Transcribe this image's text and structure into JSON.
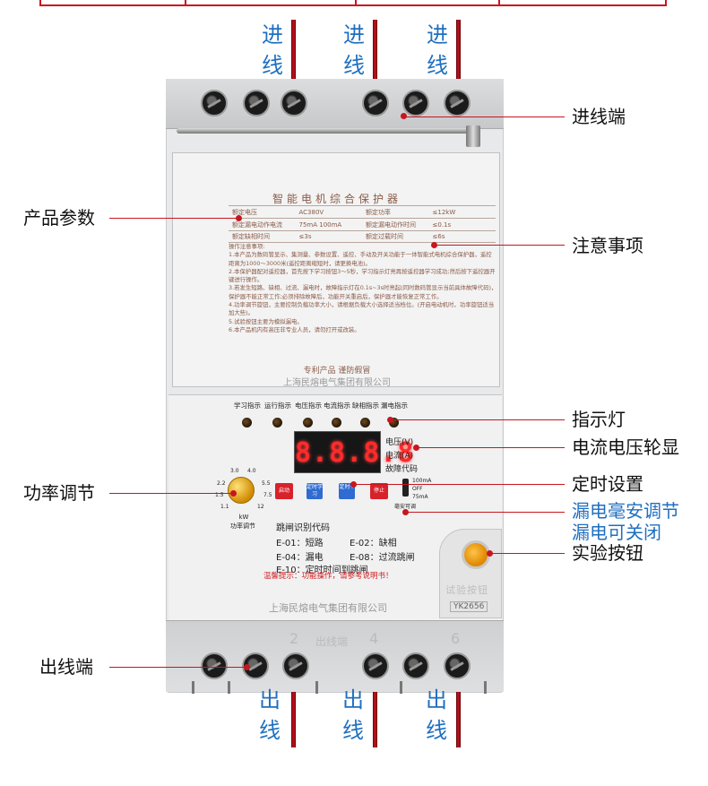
{
  "wires": {
    "top_label": [
      "进",
      "线"
    ],
    "bottom_label": [
      "出",
      "线"
    ]
  },
  "annotations": {
    "inlet": "进线端",
    "product_params": "产品参数",
    "notice": "注意事项",
    "indicator": "指示灯",
    "display_cycle": "电流电压轮显",
    "power_adjust": "功率调节",
    "timer": "定时设置",
    "leak_adjust": "漏电毫安调节",
    "leak_off": "漏电可关闭",
    "test_button": "实验按钮",
    "outlet": "出线端"
  },
  "label": {
    "title": "智能电机综合保护器",
    "specs": [
      [
        "额定电压",
        "AC380V",
        "额定功率",
        "≤12kW"
      ],
      [
        "额定漏电动作电流",
        "75mA 100mA",
        "额定漏电动作时间",
        "≤0.1s"
      ],
      [
        "额定缺相时间",
        "≤3s",
        "额定过载时间",
        "≤6s"
      ]
    ],
    "notes": [
      "操作注意事项:",
      "1.本产品为数码管显示、集测量、参数设置、遥控、手动及开关功能于一体智能式电机综合保护器，遥控距离为1000～3000米(遥控距离缩短时，请更换电池)。",
      "2.本保护器配对遥控器，首先按下学习按钮3～5秒，学习指示灯亮再按遥控器学习成功;然后按下遥控器开键进行操作。",
      "3.若发生短路、缺相、过流、漏电时，故障指示灯在0.1s~3s时亮起(同时数码管显示当前具体故障代码)，保护器不能正常工作;必须排除故障后，功能开关重启后，保护器才能恢复正常工作。",
      "4.功率调节旋钮，主要控制负载功率大小，请根据负载大小选择适当档位。(开启电动机时，功率旋钮适当加大些)。",
      "5.试验按钮主要为模拟漏电。",
      "6.本产品机内有高压非专业人员，请勿打开或改装。"
    ],
    "footer": "专利产品 谨防假冒",
    "company": "上海民熔电气集团有限公司"
  },
  "indicators": [
    {
      "label": "学习指示",
      "lit": false
    },
    {
      "label": "运行指示",
      "lit": false
    },
    {
      "label": "电压指示",
      "lit": false
    },
    {
      "label": "电流指示",
      "lit": false
    },
    {
      "label": "缺相指示",
      "lit": false
    },
    {
      "label": "漏电指示",
      "lit": false
    }
  ],
  "display": {
    "value": "8.8.8.8",
    "voltage_label": "电压(V)",
    "current_label": "电流(A)",
    "fault_label": "故障代码"
  },
  "knob": {
    "scale": [
      "1.1",
      "1.5",
      "2.2",
      "3.0",
      "4.0",
      "5.5",
      "7.5",
      "12"
    ],
    "unit": "kW",
    "caption": "功率调节"
  },
  "buttons": {
    "start": "启动",
    "learn": "定时学习",
    "timer": "定时+",
    "stop": "停止"
  },
  "leak_switch": {
    "options": [
      "100mA",
      "OFF",
      "75mA"
    ],
    "caption": "毫安可调"
  },
  "codes": {
    "title": "跳闸识别代码",
    "items": [
      "E-01：短路",
      "E-02：缺相",
      "E-04：漏电",
      "E-08：过流跳闸",
      "E-10：定时时间到跳闸"
    ]
  },
  "face": {
    "warning": "温馨提示：功能操作，请参考说明书！",
    "company": "上海民熔电气集团有限公司",
    "test_label": "试验按钮",
    "model": "YK2656"
  },
  "bottom_cap": {
    "numbers": [
      "2",
      "4",
      "6"
    ],
    "text": "出线端"
  }
}
